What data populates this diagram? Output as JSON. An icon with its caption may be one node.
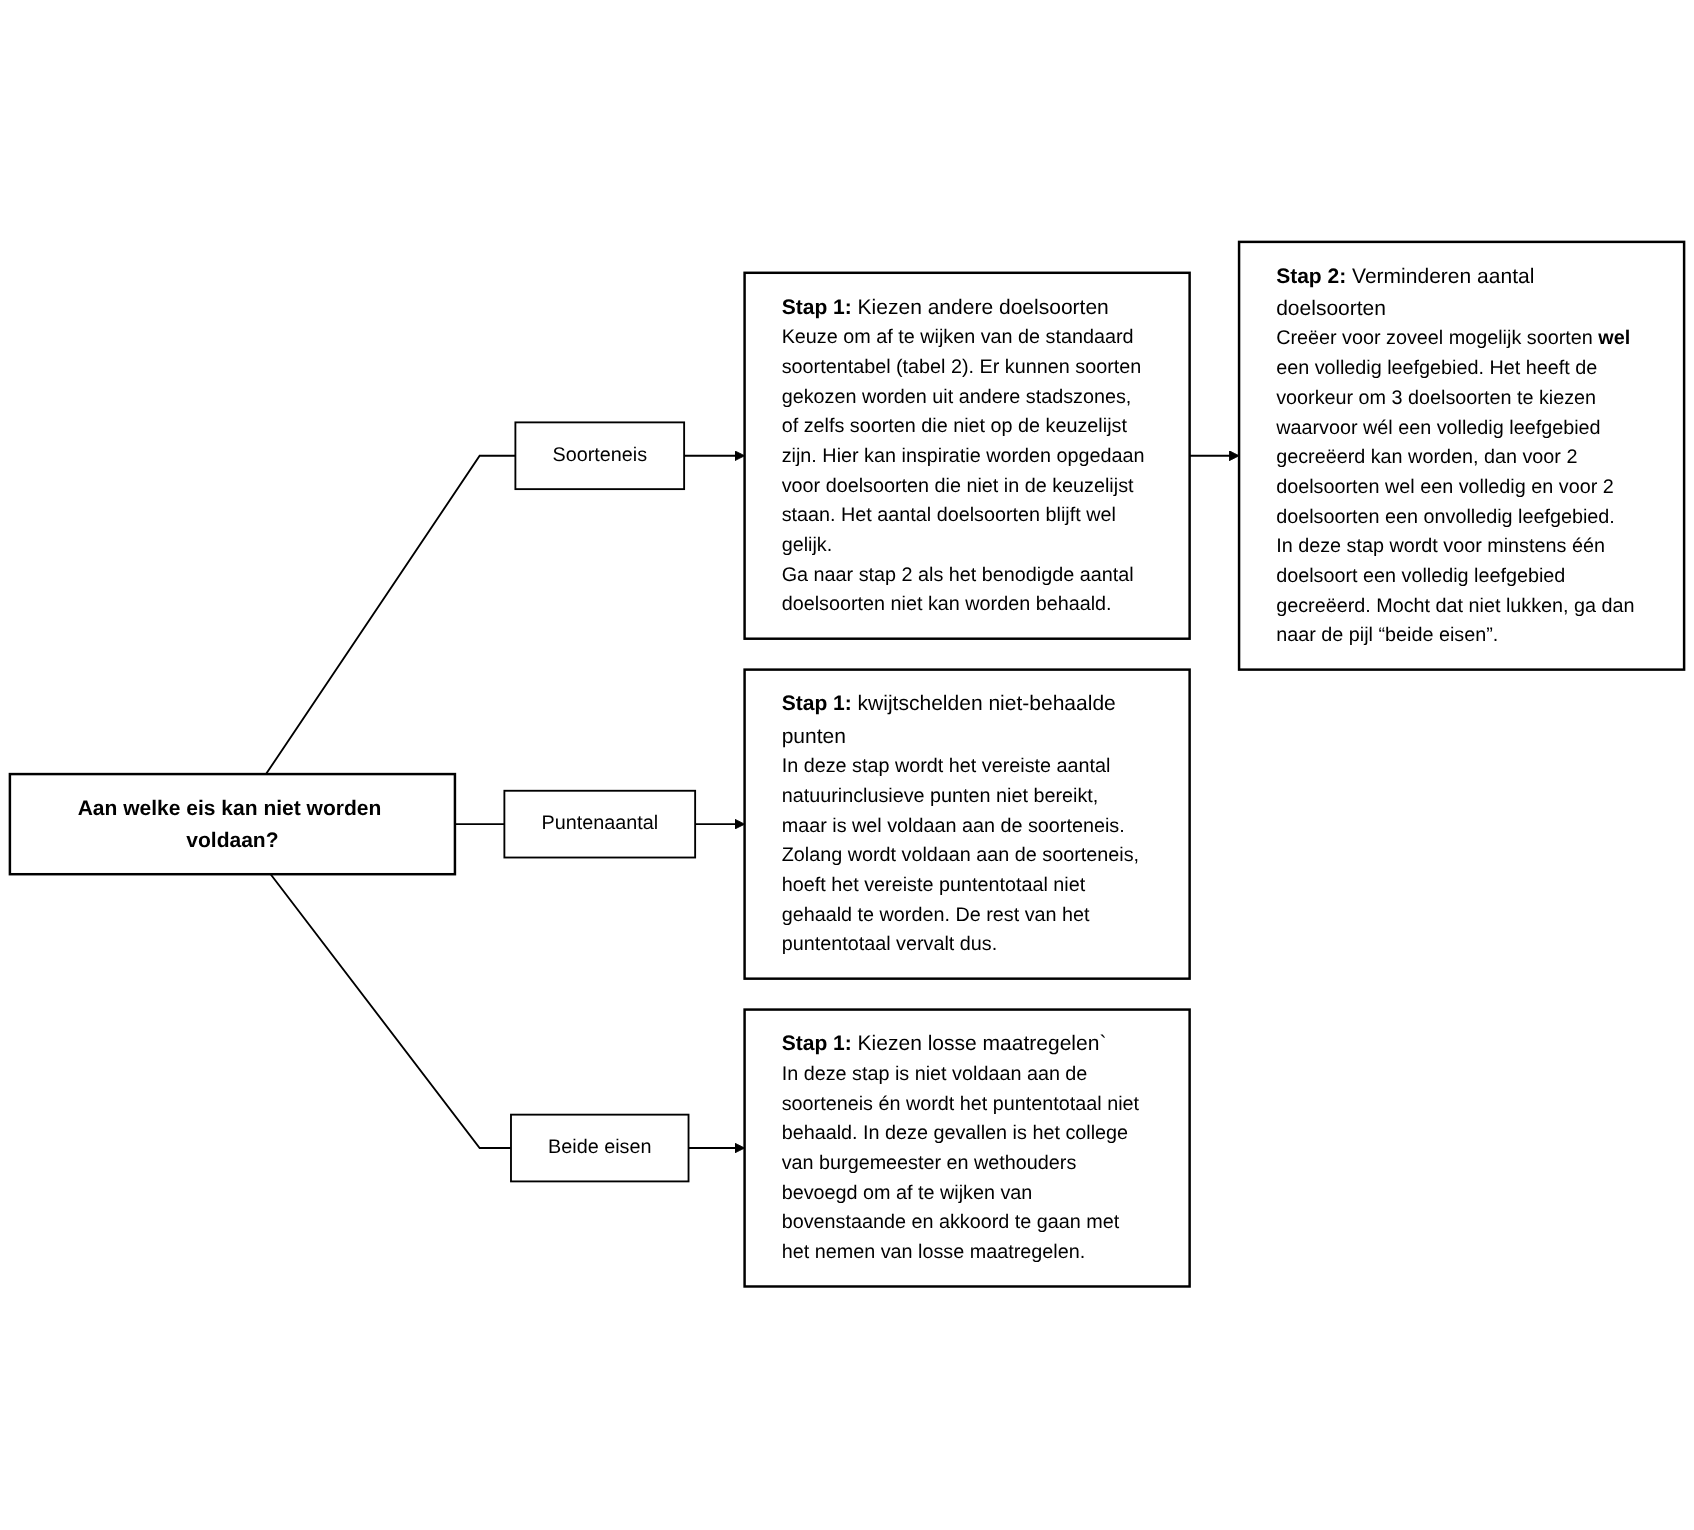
{
  "diagram": {
    "nodes": [
      {
        "text": [
          "Aan welke eis kan niet worden voldaan?"
        ]
      },
      {
        "text": [
          "Soorteneis"
        ]
      },
      {
        "text": [
          "**Stap 1:** Kiezen andere doelsoorten",
          "Keuze om af te wijken van de standaard soortentabel (tabel 2). Er kunnen soorten gekozen worden uit andere stadszones, of zelfs soorten die niet op de keuzelijst zijn. Hier kan inspiratie worden opgedaan voor doelsoorten die niet in de keuzelijst staan. Het aantal doelsoorten blijft wel gelijk.",
          "Ga naar stap 2 als het benodigde aantal doelsoorten niet kan worden behaald."
        ]
      },
      {
        "text": [
          "**Stap 2:** Verminderen aantal doelsoorten",
          "Creëer voor zoveel mogelijk soorten **wel** een volledig leefgebied. Het heeft de voorkeur om 3 doelsoorten te kiezen waarvoor wél een volledig leefgebied gecreëerd kan worden, dan voor 2 doelsoorten wel een volledig en voor 2 doelsoorten een onvolledig leefgebied.",
          "In deze stap wordt voor minstens één doelsoort een volledig leefgebied gecreëerd. Mocht dat niet lukken, ga dan naar de pijl “beide eisen”."
        ]
      },
      {
        "text": [
          "Puntenaantal"
        ]
      },
      {
        "text": [
          "**Stap 1:** kwijtschelden niet-behaalde punten",
          "In deze stap wordt het vereiste aantal natuurinclusieve punten niet bereikt, maar is wel voldaan aan de soorteneis. Zolang wordt voldaan aan de soorteneis, hoeft het vereiste puntentotaal niet gehaald te worden. De rest van het puntentotaal vervalt dus."
        ]
      },
      {
        "text": [
          "Beide eisen"
        ]
      },
      {
        "text": [
          "**Stap 1:** Kiezen losse maatregelen`",
          "In deze stap is niet voldaan aan de soorteneis én wordt het puntentotaal niet behaald. In deze gevallen is het college van burgemeester en wethouders bevoegd om af te wijken van bovenstaande en akkoord te gaan met het nemen van losse maatregelen."
        ]
      }
    ],
    "edges": [
      {
        "from": 0,
        "to": 1,
        "arrow": "none"
      },
      {
        "from": 0,
        "to": 4,
        "arrow": "none"
      },
      {
        "from": 0,
        "to": 6,
        "arrow": "none"
      },
      {
        "from": 1,
        "to": 2,
        "arrow": "to"
      },
      {
        "from": 2,
        "to": 3,
        "arrow": "to"
      },
      {
        "from": 4,
        "to": 5,
        "arrow": "to"
      },
      {
        "from": 6,
        "to": 7,
        "arrow": "to"
      }
    ]
  }
}
